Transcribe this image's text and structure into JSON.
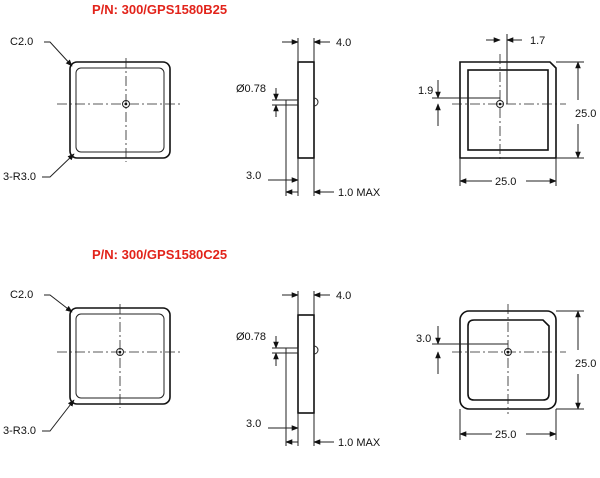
{
  "title_color": "#e2231a",
  "parts": [
    {
      "pn": "P/N: 300/GPS1580B25",
      "chamfer": "C2.0",
      "radius": "3-R3.0",
      "pin_dia": "Ø0.78",
      "thickness": "4.0",
      "pin_offset": "3.0",
      "pin_len": "1.0 MAX",
      "feed_x": "1.7",
      "feed_y": "1.9",
      "width": "25.0",
      "height": "25.0"
    },
    {
      "pn": "P/N: 300/GPS1580C25",
      "chamfer": "C2.0",
      "radius": "3-R3.0",
      "pin_dia": "Ø0.78",
      "thickness": "4.0",
      "pin_offset": "3.0",
      "pin_len": "1.0 MAX",
      "feed_y": "3.0",
      "width": "25.0",
      "height": "25.0"
    }
  ]
}
